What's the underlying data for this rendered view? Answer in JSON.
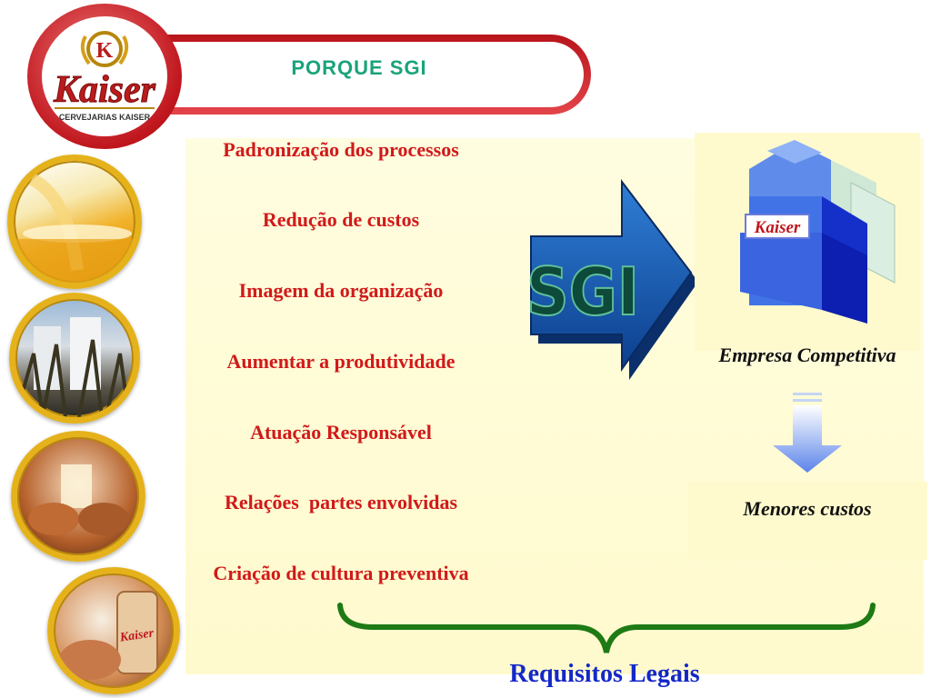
{
  "header": {
    "title": "PORQUE SGI",
    "logo": {
      "brand": "Kaiser",
      "emblem_letter": "K",
      "subtitle": "CERVEJARIAS KAISER"
    }
  },
  "reasons": [
    "Padronização dos processos",
    "Redução de custos",
    "Imagem da organização",
    "Aumentar a produtividade",
    "Atuação Responsável",
    "Relações  partes envolvidas",
    "Criação de cultura preventiva"
  ],
  "arrow": {
    "label": "SGI"
  },
  "company": {
    "label": "Empresa Competitiva",
    "building_sign": "Kaiser"
  },
  "result": {
    "label": "Menores custos"
  },
  "footer": {
    "label": "Requisitos Legais"
  },
  "photos": {
    "can_label": "Kaiser"
  },
  "colors": {
    "title_green": "#1aa37a",
    "reason_red": "#d11a1a",
    "footer_blue": "#1428c8",
    "brace_green": "#1e7a14",
    "panel_yellow": "#fffacd",
    "frame_red": "#c0161d",
    "photo_gold": "#e5b21c"
  }
}
